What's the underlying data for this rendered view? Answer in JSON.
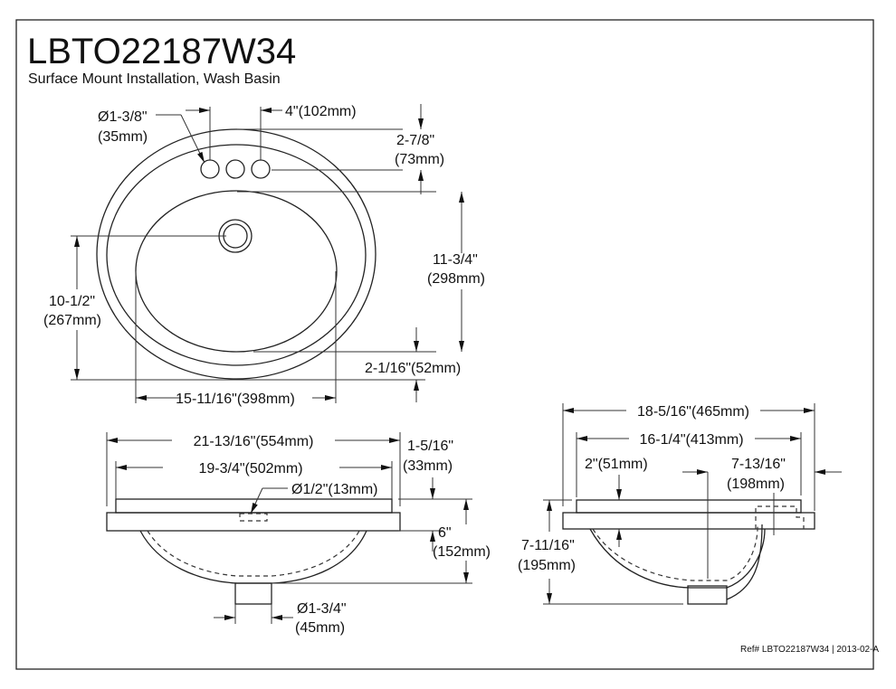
{
  "title": "LBTO22187W34",
  "subtitle": "Surface Mount Installation, Wash Basin",
  "top_view": {
    "hole_dia": "Ø1-3/8\"",
    "hole_dia_mm": "(35mm)",
    "hole_spacing": "4\"(102mm)",
    "rim_to_holes": "2-7/8\"",
    "rim_to_holes_mm": "(73mm)",
    "basin_length": "11-3/4\"",
    "basin_length_mm": "(298mm)",
    "front_rim": "2-1/16\"(52mm)",
    "drain_to_front": "10-1/2\"",
    "drain_to_front_mm": "(267mm)",
    "basin_width": "15-11/16\"(398mm)"
  },
  "front_view": {
    "overall_width": "21-13/16\"(554mm)",
    "cutout_width": "19-3/4\"(502mm)",
    "overflow_dia": "Ø1/2\"(13mm)",
    "rim_height": "1-5/16\"",
    "rim_height_mm": "(33mm)",
    "depth": "6\"",
    "depth_mm": "(152mm)",
    "drain_dia": "Ø1-3/4\"",
    "drain_dia_mm": "(45mm)"
  },
  "side_view": {
    "overall_depth": "18-5/16\"(465mm)",
    "cutout_depth": "16-1/4\"(413mm)",
    "rim_thickness": "2\"(51mm)",
    "drain_offset": "7-13/16\"",
    "drain_offset_mm": "(198mm)",
    "total_height": "7-11/16\"",
    "total_height_mm": "(195mm)"
  },
  "reference": "Ref# LBTO22187W34 | 2013-02-A"
}
